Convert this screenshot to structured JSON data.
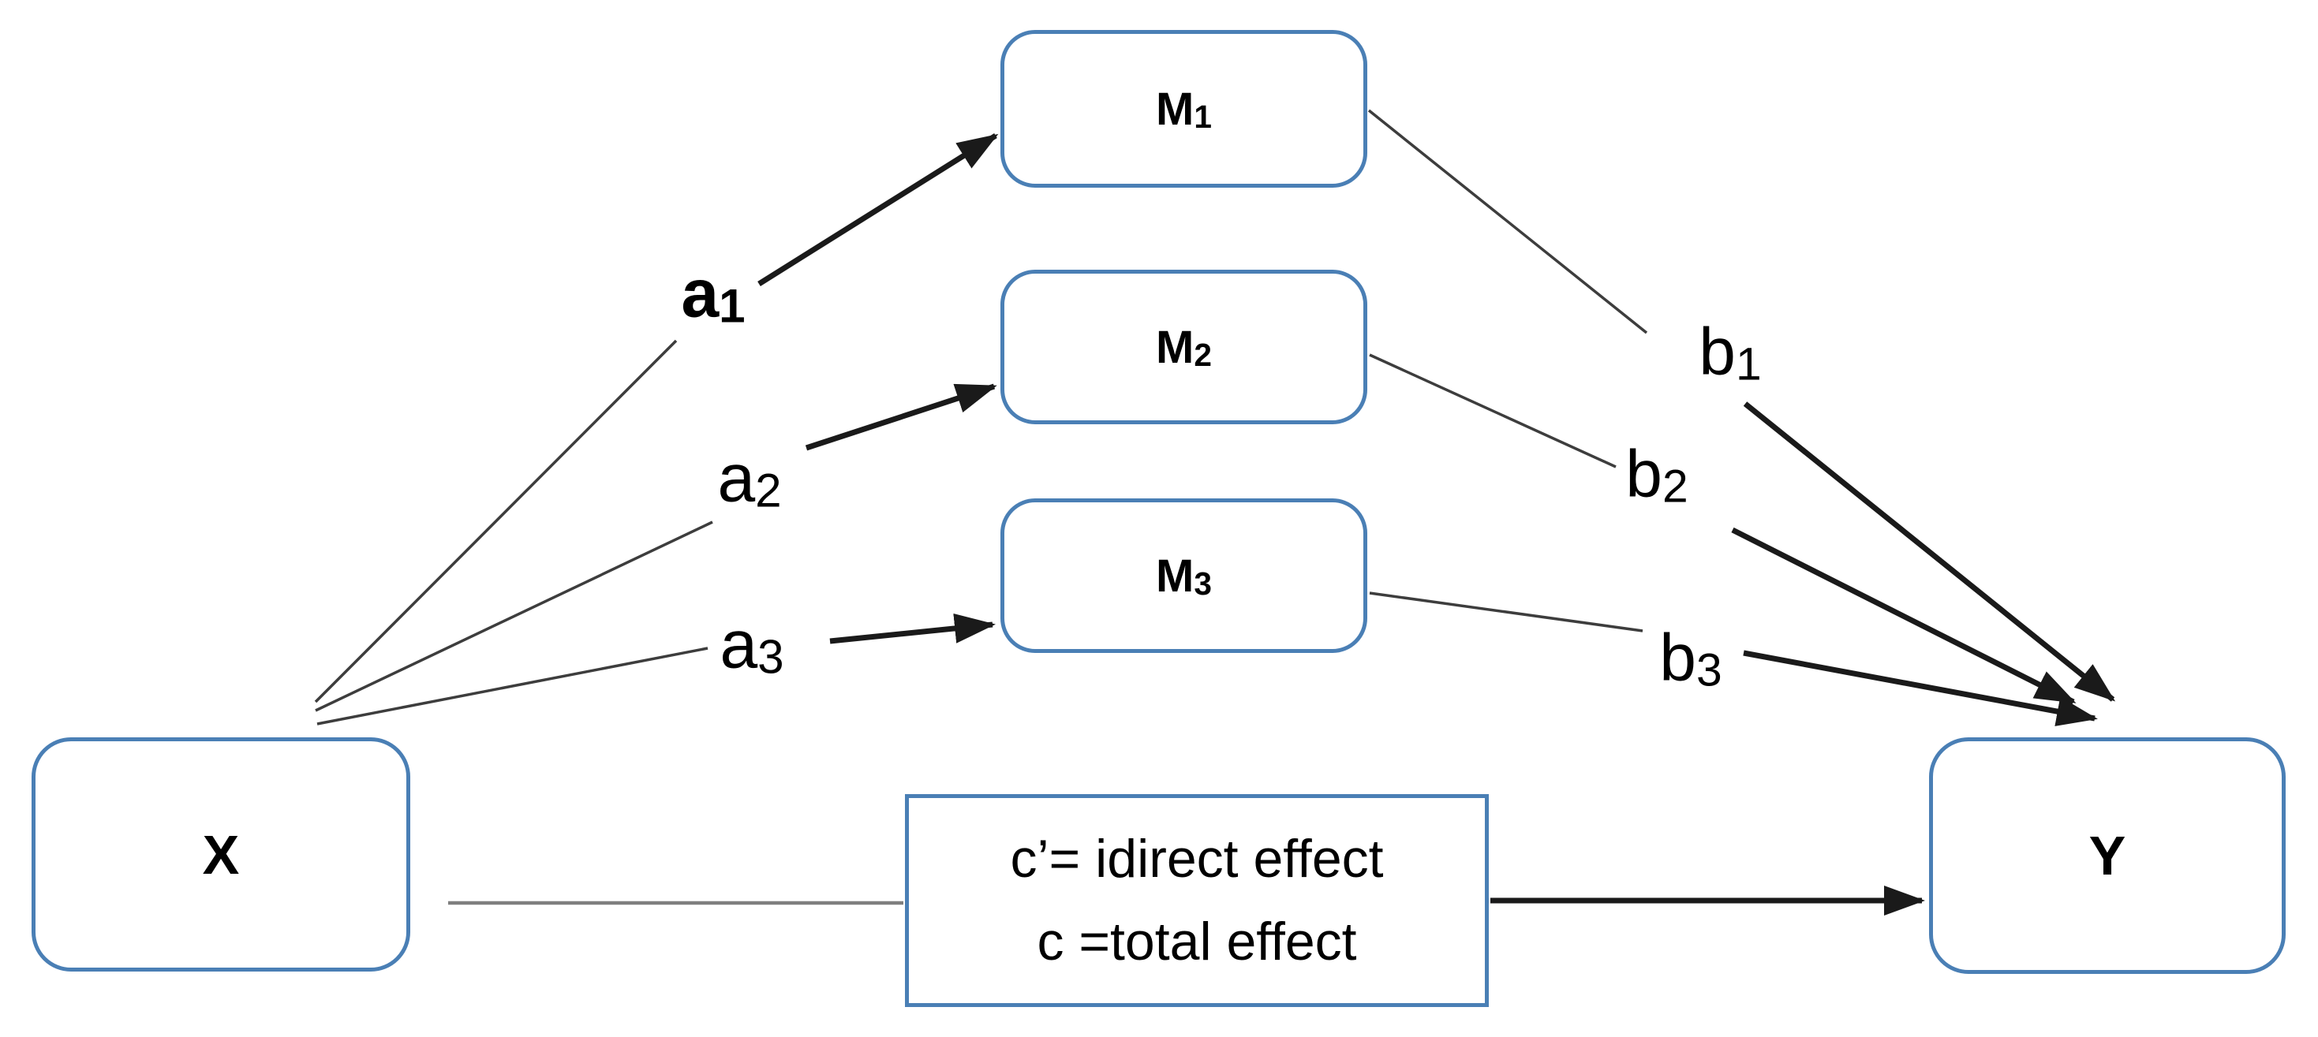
{
  "diagram": {
    "type": "parallel-multiple-mediation-model",
    "nodes": {
      "m1": {
        "main": "M",
        "sub": "1"
      },
      "m2": {
        "main": "M",
        "sub": "2"
      },
      "m3": {
        "main": "M",
        "sub": "3"
      },
      "x": {
        "main": "X"
      },
      "y": {
        "main": "Y"
      }
    },
    "path_labels": {
      "a1": {
        "main": "a",
        "sub": "1"
      },
      "a2": {
        "main": "a",
        "sub": "2"
      },
      "a3": {
        "main": "a",
        "sub": "3"
      },
      "b1": {
        "main": "b",
        "sub": "1"
      },
      "b2": {
        "main": "b",
        "sub": "2"
      },
      "b3": {
        "main": "b",
        "sub": "3"
      }
    },
    "note": {
      "line1": "c’= idirect effect",
      "line2": "c =total effect"
    },
    "colors": {
      "background": "#ffffff",
      "box_border": "#4a7fb5",
      "thin_line": "#3d3d3d",
      "bold_arrow": "#1a1a1a",
      "gray_line": "#7f7f7f",
      "text": "#000000"
    }
  }
}
